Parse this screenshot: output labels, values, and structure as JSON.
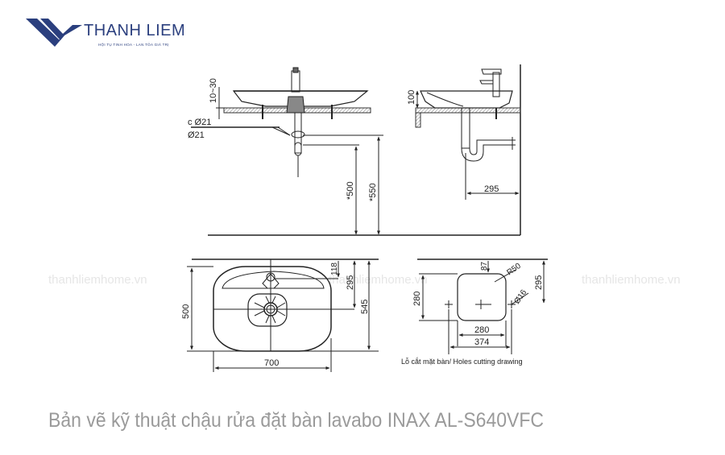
{
  "logo": {
    "name": "THANH LIEM",
    "tagline": "HỘI TỤ TINH HOA - LAN TỎA GIÁ TRỊ",
    "color": "#2b3f7e"
  },
  "watermarks": [
    "thanhliemhome.vn",
    "thanhliemhome.vn",
    "thanhliemhome.vn"
  ],
  "front_view": {
    "dim_rim_height": "10~30",
    "label_pipe_1": "c Ø21",
    "label_pipe_2": "Ø21",
    "dim_drain_height": "*500",
    "dim_supply_height": "*550"
  },
  "side_view": {
    "dim_basin_height": "100",
    "dim_wall_to_drain": "295"
  },
  "top_view": {
    "dim_depth": "500",
    "dim_width": "700",
    "dim_wall_to_tap": "118",
    "dim_wall_to_drain": "295",
    "dim_wall_to_front": "545"
  },
  "cutout_view": {
    "dim_wall_to_cutout": "87",
    "dim_corner_radius": "R50",
    "dim_cutout_depth": "280",
    "dim_wall_to_center": "295",
    "dim_hole_diameter": "Ø16",
    "dim_cutout_width": "280",
    "dim_hole_spacing": "374",
    "caption": "Lỗ cắt mặt bàn/ Holes cutting drawing"
  },
  "caption": "Bản vẽ kỹ thuật chậu rửa đặt bàn lavabo INAX AL-S640VFC",
  "colors": {
    "line": "#222222",
    "caption": "#9a9a9a",
    "watermark": "#e6e6e6"
  }
}
